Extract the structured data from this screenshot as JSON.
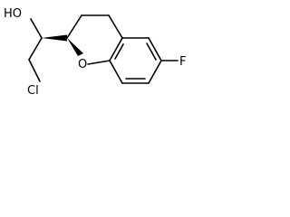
{
  "molecule": {
    "atoms": {
      "hydroxyl": "HO",
      "ring_oxygen": "O",
      "fluorine": "F",
      "chlorine": "Cl"
    }
  },
  "colors": {
    "bond": "#000000",
    "label": "#000000",
    "background": "#ffffff"
  }
}
